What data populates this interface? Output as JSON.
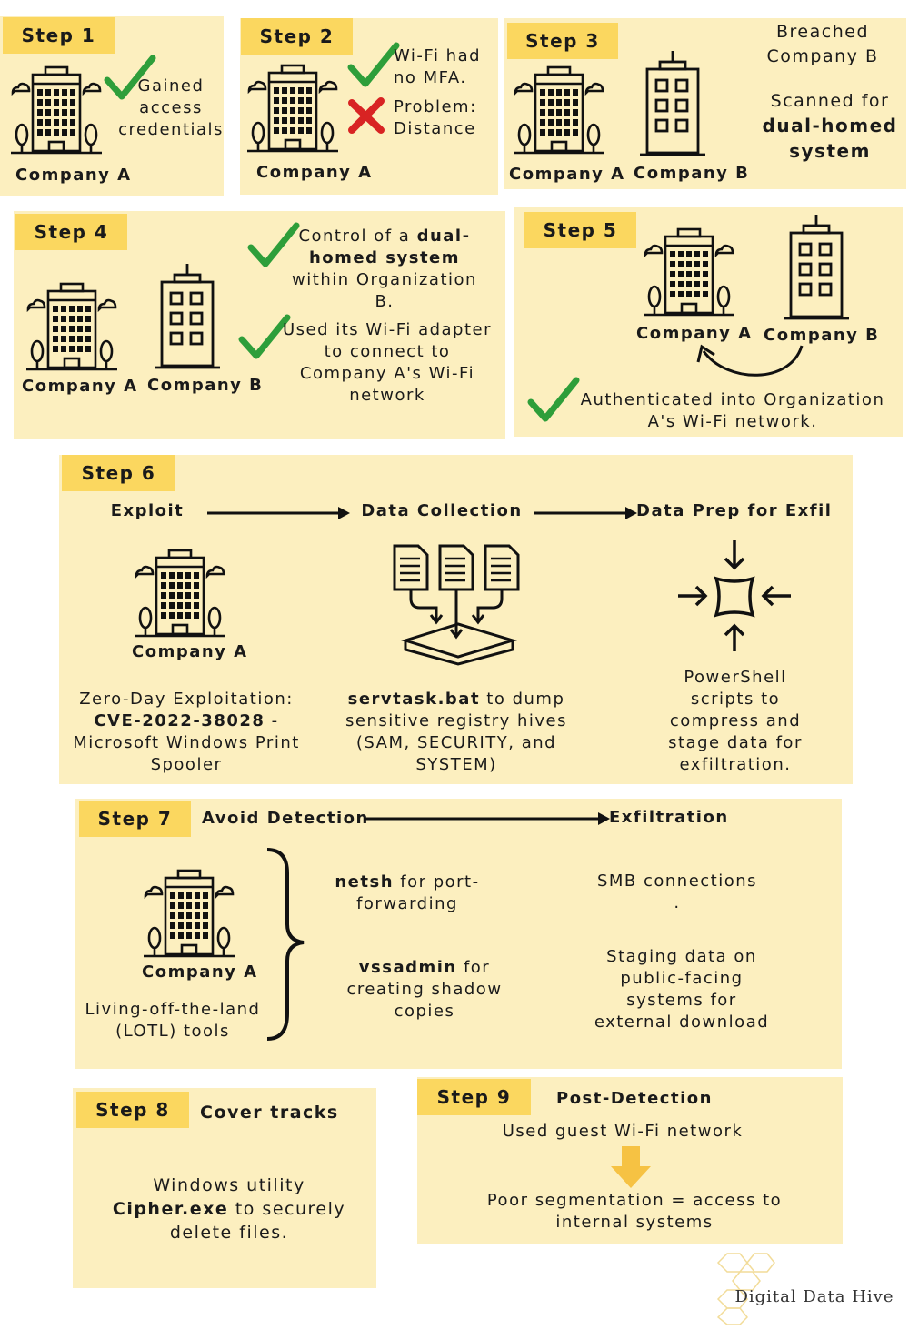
{
  "steps": {
    "s1": {
      "label": "Step 1",
      "text": "Gained access credentials",
      "company": "Company A"
    },
    "s2": {
      "label": "Step 2",
      "text1": "Wi-Fi had no MFA.",
      "text2": "Problem: Distance",
      "company": "Company A"
    },
    "s3": {
      "label": "Step 3",
      "text1": "Breached Company B",
      "text2a": "Scanned for",
      "text2b": "dual-homed system",
      "companyA": "Company A",
      "companyB": "Company B"
    },
    "s4": {
      "label": "Step 4",
      "text1a": "Control of a",
      "text1b": "dual-homed system",
      "text1c": "within Organization B.",
      "text2": "Used its Wi-Fi adapter to connect to Company A's Wi-Fi network",
      "companyA": "Company A",
      "companyB": "Company B"
    },
    "s5": {
      "label": "Step 5",
      "text": "Authenticated into Organization A's Wi-Fi network.",
      "companyA": "Company A",
      "companyB": "Company B"
    },
    "s6": {
      "label": "Step 6",
      "stage1": "Exploit",
      "stage2": "Data Collection",
      "stage3": "Data Prep for Exfil",
      "company": "Company A",
      "c1a": "Zero-Day Exploitation:",
      "c1b": "CVE-2022-38028",
      "c1c": "- Microsoft Windows Print Spooler",
      "c2a": "servtask.bat",
      "c2b": "to dump sensitive registry hives (SAM, SECURITY, and SYSTEM)",
      "c3": "PowerShell scripts to compress and stage data for exfiltration."
    },
    "s7": {
      "label": "Step 7",
      "stage1": "Avoid Detection",
      "stage2": "Exfiltration",
      "company": "Company A",
      "lotl": "Living-off-the-land (LOTL) tools",
      "t1a": "netsh",
      "t1b": "for port-forwarding",
      "t2a": "vssadmin",
      "t2b": "for creating shadow copies",
      "e1": "SMB connections",
      "e1b": ".",
      "e2": "Staging data on public-facing systems for external download"
    },
    "s8": {
      "label": "Step 8",
      "title": "Cover tracks",
      "t1": "Windows utility",
      "t2a": "Cipher.exe",
      "t2b": "to securely delete files."
    },
    "s9": {
      "label": "Step 9",
      "title": "Post-Detection",
      "t1": "Used guest Wi-Fi network",
      "t2": "Poor segmentation =  access to internal systems"
    }
  },
  "brand": "Digital Data Hive",
  "colors": {
    "panel": "#fcefbf",
    "tag": "#fbd75f",
    "check": "#2e9e3a",
    "cross": "#d82323",
    "arrow": "#f6c243"
  }
}
